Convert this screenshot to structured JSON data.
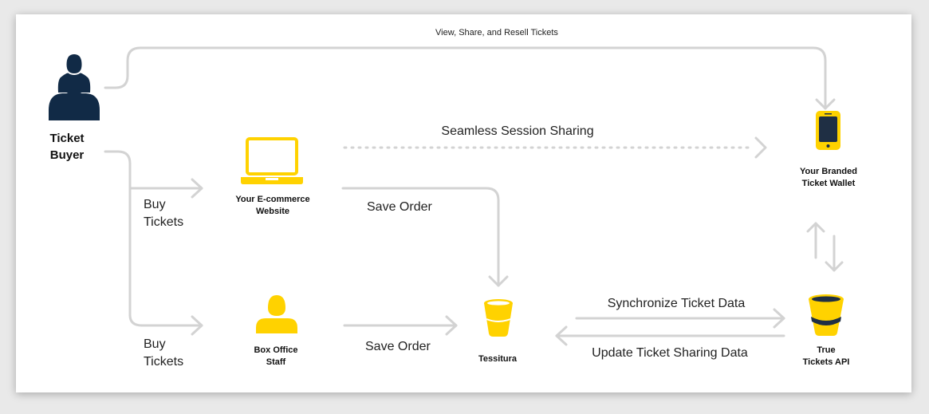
{
  "nodes": {
    "ticket_buyer": {
      "line1": "Ticket",
      "line2": "Buyer"
    },
    "ecommerce": {
      "line1": "Your E-commerce",
      "line2": "Website"
    },
    "box_office": {
      "line1": "Box Office",
      "line2": "Staff"
    },
    "tessitura": {
      "line1": "Tessitura"
    },
    "wallet": {
      "line1": "Your Branded",
      "line2": "Ticket Wallet"
    },
    "true_tickets": {
      "line1": "True",
      "line2": "Tickets API"
    }
  },
  "edges": {
    "view_share_resell": "View, Share, and Resell Tickets",
    "seamless_session": "Seamless Session Sharing",
    "buy_tickets_top": {
      "line1": "Buy",
      "line2": "Tickets"
    },
    "buy_tickets_bottom": {
      "line1": "Buy",
      "line2": "Tickets"
    },
    "save_order_top": "Save Order",
    "save_order_bottom": "Save Order",
    "synchronize": "Synchronize  Ticket Data",
    "update_sharing": "Update Ticket Sharing Data"
  },
  "colors": {
    "accent_yellow": "#ffd200",
    "navy": "#112a46",
    "arrow_gray": "#d3d3d3"
  },
  "icons": {
    "ticket_buyer": "person-icon",
    "ecommerce": "laptop-icon",
    "box_office": "person-icon",
    "tessitura": "bucket-icon",
    "wallet": "smartphone-icon",
    "true_tickets": "bucket-icon"
  }
}
